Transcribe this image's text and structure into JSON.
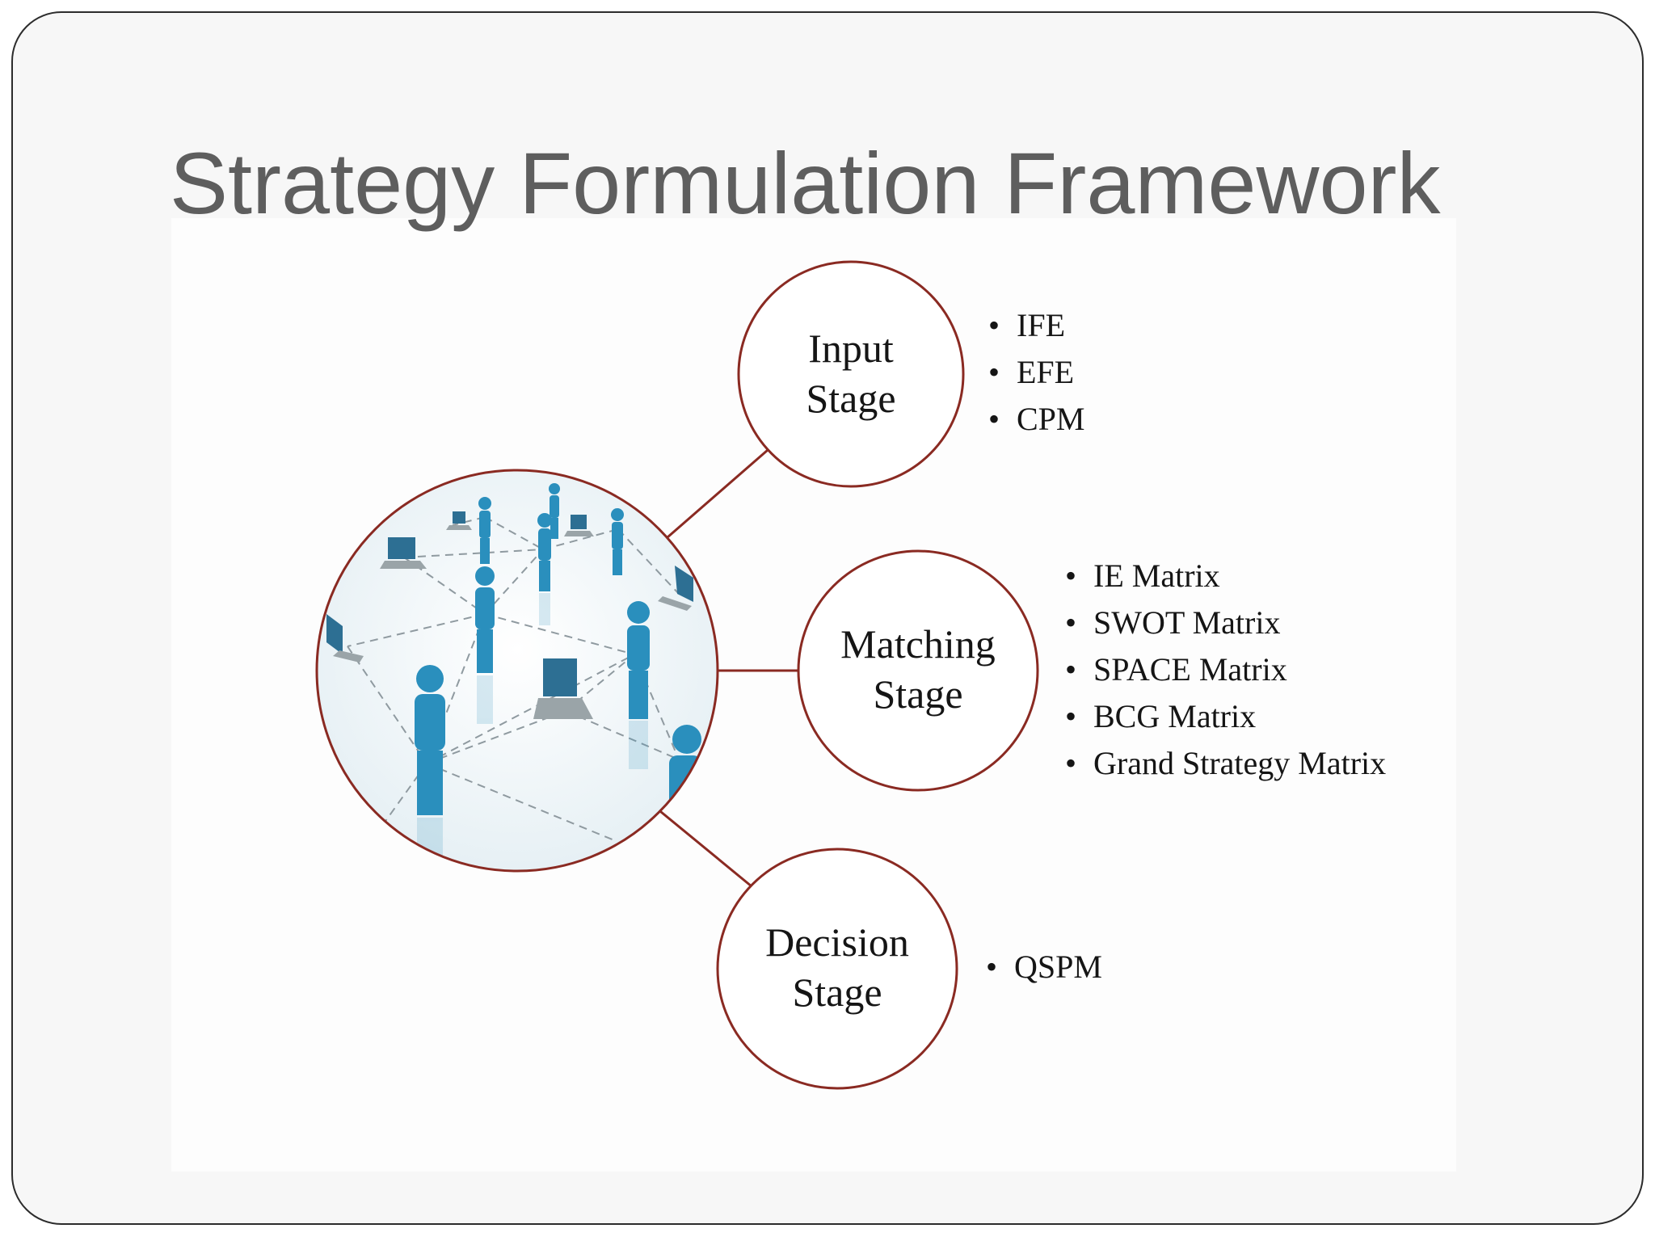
{
  "slide": {
    "title": "Strategy Formulation Framework",
    "colors": {
      "accent": "#8a2a22",
      "figure": "#2a8fbd",
      "title": "#5e5e5e",
      "text": "#151515"
    },
    "image_description_icon": "people-network-icon",
    "stages": [
      {
        "label": "Input\nStage",
        "items": [
          "IFE",
          "EFE",
          "CPM"
        ]
      },
      {
        "label": "Matching\nStage",
        "items": [
          "IE Matrix",
          "SWOT Matrix",
          "SPACE Matrix",
          "BCG Matrix",
          "Grand Strategy Matrix"
        ]
      },
      {
        "label": "Decision\nStage",
        "items": [
          "QSPM"
        ]
      }
    ],
    "bullet_glyph": "•"
  }
}
